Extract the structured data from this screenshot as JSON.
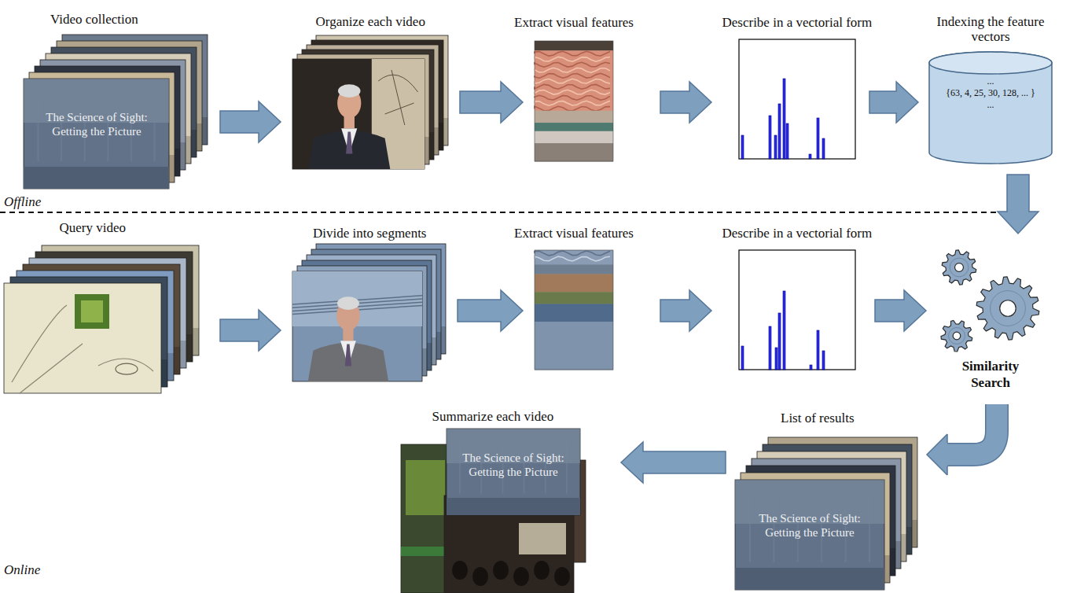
{
  "diagram": {
    "nodes": [
      {
        "text": [
          "Video collection",
          "The Science of Sight: Getting the Picture"
        ]
      },
      {
        "text": [
          "Organize each video"
        ]
      },
      {
        "text": [
          "Extract visual features"
        ]
      },
      {
        "text": [
          "Describe in a vectorial form"
        ]
      },
      {
        "text": [
          "Indexing the feature vectors",
          "...",
          "{63, 4, 25, 30, 128, ... }",
          "..."
        ]
      },
      {
        "text": [
          "Query video"
        ]
      },
      {
        "text": [
          "Divide into segments"
        ]
      },
      {
        "text": [
          "Extract visual features"
        ]
      },
      {
        "text": [
          "Describe in a vectorial form"
        ]
      },
      {
        "text": [
          "Similarity Search"
        ]
      },
      {
        "text": [
          "List of results",
          "The Science of Sight: Getting the Picture"
        ]
      },
      {
        "text": [
          "Summarize each video",
          "The Science of Sight: Getting the Picture"
        ]
      }
    ],
    "edges": [
      {
        "from": 0,
        "to": 1,
        "arrow": "to"
      },
      {
        "from": 1,
        "to": 2,
        "arrow": "to"
      },
      {
        "from": 2,
        "to": 3,
        "arrow": "to"
      },
      {
        "from": 3,
        "to": 4,
        "arrow": "to"
      },
      {
        "from": 4,
        "to": 9,
        "arrow": "to"
      },
      {
        "from": 5,
        "to": 6,
        "arrow": "to"
      },
      {
        "from": 6,
        "to": 7,
        "arrow": "to"
      },
      {
        "from": 7,
        "to": 8,
        "arrow": "to"
      },
      {
        "from": 8,
        "to": 9,
        "arrow": "to"
      },
      {
        "from": 9,
        "to": 10,
        "arrow": "to"
      },
      {
        "from": 10,
        "to": 11,
        "arrow": "to"
      }
    ],
    "labels": [
      "Offline",
      "Online"
    ]
  }
}
